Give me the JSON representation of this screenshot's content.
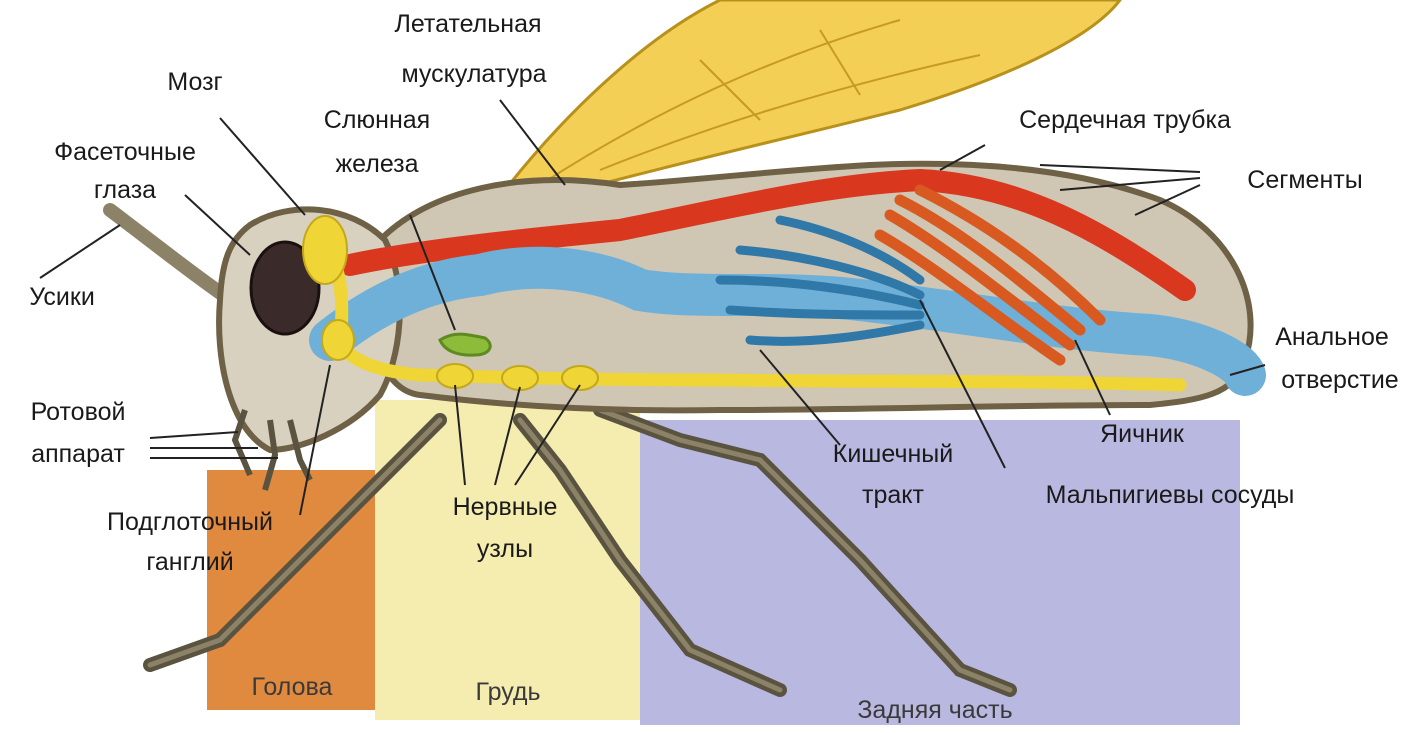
{
  "colors": {
    "head_region": "#e08a40",
    "thorax_region": "#f5ecb0",
    "abdomen_region": "#b9b8e0",
    "wing": "#f4cf55",
    "nerve": "#efd535",
    "heart": "#d9381f",
    "gut": "#6fb0d8",
    "malpighian": "#2f78a8",
    "ovary": "#d85a20",
    "salivary": "#8cbc3a",
    "body": "#cfc6b4",
    "body_outline": "#6e6146"
  },
  "labels": {
    "flight_muscles_1": "Летательная",
    "flight_muscles_2": "мускулатура",
    "brain": "Мозг",
    "salivary_1": "Слюнная",
    "salivary_2": "железа",
    "eyes_1": "Фасеточные",
    "eyes_2": "глаза",
    "heart_tube": "Сердечная трубка",
    "segments": "Сегменты",
    "antennae": "Усики",
    "mouth_1": "Ротовой",
    "mouth_2": "аппарат",
    "subesophageal_1": "Подглоточный",
    "subesophageal_2": "ганглий",
    "nerve_nodes_1": "Нервные",
    "nerve_nodes_2": "узлы",
    "gut_1": "Кишечный",
    "gut_2": "тракт",
    "ovary": "Яичник",
    "anus_1": "Анальное",
    "anus_2": "отверстие",
    "malpighian": "Мальпигиевы сосуды"
  },
  "regions": {
    "head": "Голова",
    "thorax": "Грудь",
    "abdomen": "Задняя часть"
  }
}
